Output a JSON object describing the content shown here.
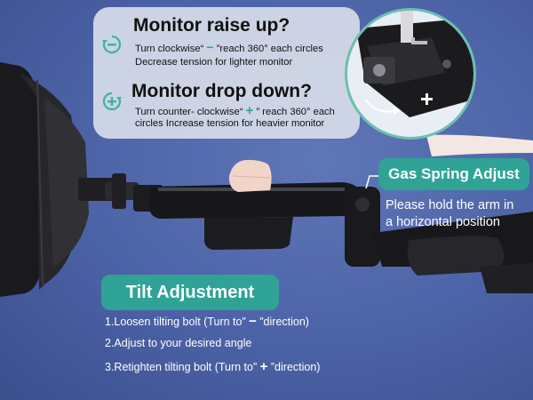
{
  "raise": {
    "title": "Monitor raise up?",
    "line1_a": "Turn clockwise“",
    "line1_sign": "−",
    "line1_b": "”reach 360° each circles",
    "line2": "Decrease tension for lighter monitor"
  },
  "drop": {
    "title": "Monitor drop down?",
    "line1_a": "Turn counter- clockwise“",
    "line1_sign": "+",
    "line1_b": "” reach 360° each",
    "line2": "circles Increase tension for heavier monitor"
  },
  "gas_spring": {
    "label": "Gas Spring Adjust",
    "note_line1": "Please hold the arm in",
    "note_line2": "a horizontal position"
  },
  "tilt": {
    "label": "Tilt Adjustment",
    "step1_a": "1.Loosen tilting bolt (Turn to”",
    "step1_sign": "−",
    "step1_b": "”direction)",
    "step2": "2.Adjust to your desired angle",
    "step3_a": "3.Retighten tilting bolt (Turn to”",
    "step3_sign": "+",
    "step3_b": "”direction)"
  },
  "colors": {
    "accent_teal": "#2fa396",
    "icon_teal": "#3bb3a3",
    "background": "#4b62a6"
  },
  "icons": [
    "rotate-clockwise-minus-icon",
    "rotate-counterclockwise-plus-icon"
  ]
}
